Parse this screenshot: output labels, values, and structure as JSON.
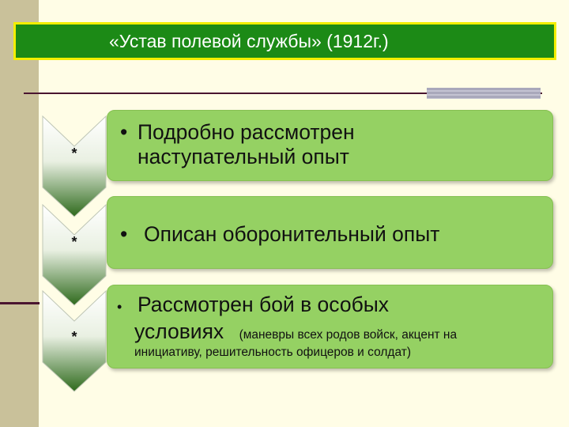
{
  "slide": {
    "title": "«Устав полевой службы» (1912г.)",
    "items": [
      {
        "marker": "*",
        "bullet": "•",
        "line1": "Подробно рассмотрен",
        "line2": "наступательный опыт"
      },
      {
        "marker": "*",
        "bullet": "•",
        "line1": "Описан оборонительный опыт"
      },
      {
        "marker": "*",
        "bullet": "•",
        "line1": "Рассмотрен бой в особых",
        "line2": "условиях",
        "note_inline": "(маневры всех родов войск, акцент на",
        "note_line2": "инициативу, решительность офицеров и солдат)"
      }
    ]
  },
  "colors": {
    "background": "#fffde6",
    "side_bar": "#c9c19a",
    "title_fill": "#1c8a16",
    "title_border": "#f2ee00",
    "panel_fill": "#95d163",
    "chevron_top": "#ffffff",
    "chevron_bottom": "#2e6a1c"
  }
}
